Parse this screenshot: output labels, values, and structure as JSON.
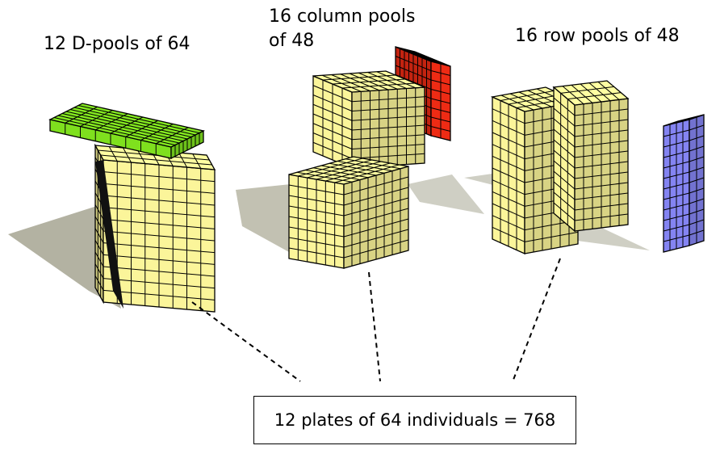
{
  "labels": {
    "d_pools": "12 D-pools of 64",
    "column_pools": "16 column pools\nof 48",
    "row_pools": "16 row pools of 48"
  },
  "summary": "12 plates of 64 individuals = 768",
  "colors": {
    "cube_yellow": "#fbf59a",
    "d_pool_green": "#7fe01e",
    "column_pool_red": "#ee2b14",
    "row_pool_blue": "#8484f2",
    "shadow": "#a09f8b",
    "grid_line": "#000000"
  }
}
